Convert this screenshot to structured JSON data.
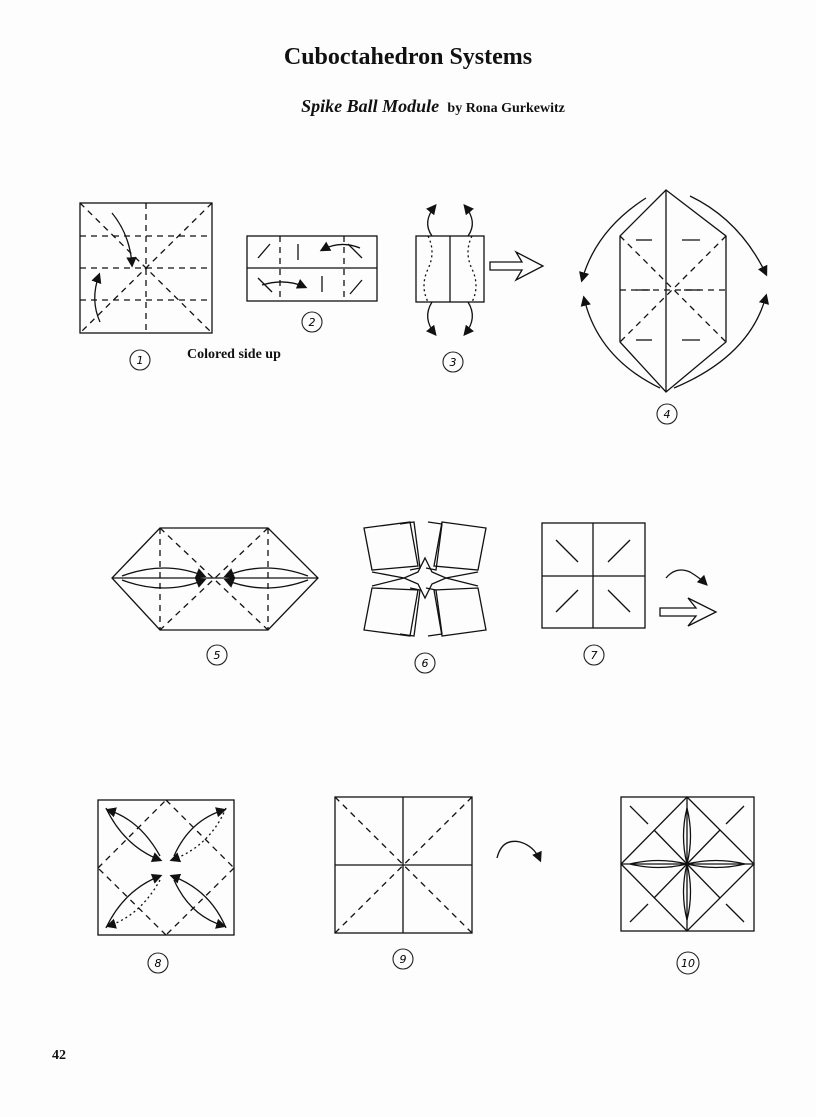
{
  "header": {
    "title": "Cuboctahedron Systems",
    "module_name": "Spike Ball Module",
    "byline": "by Rona Gurkewitz"
  },
  "steps": [
    {
      "number": "1",
      "note": "Colored side up"
    },
    {
      "number": "2"
    },
    {
      "number": "3"
    },
    {
      "number": "4"
    },
    {
      "number": "5"
    },
    {
      "number": "6"
    },
    {
      "number": "7"
    },
    {
      "number": "8"
    },
    {
      "number": "9"
    },
    {
      "number": "10"
    }
  ],
  "footer": {
    "page_number": "42"
  },
  "colors": {
    "ink": "#111111",
    "paper": "#fdfdfd"
  }
}
